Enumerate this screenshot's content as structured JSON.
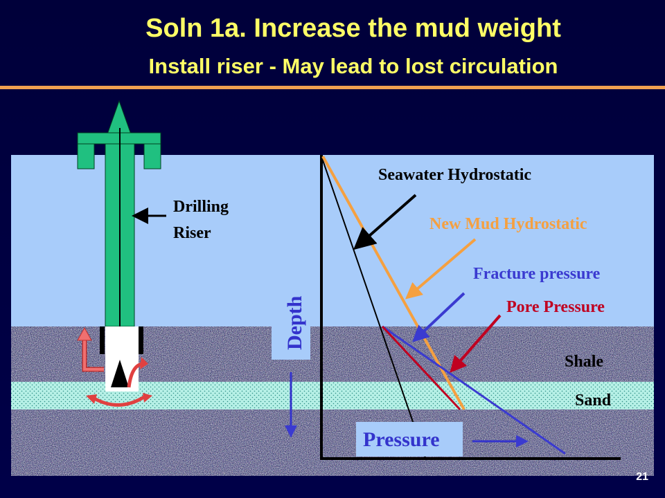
{
  "title": "Soln 1a.  Increase the mud weight",
  "subtitle_left": "Install riser",
  "subtitle_dash": " - ",
  "subtitle_right": "May lead to lost circulation",
  "page_number": "21",
  "labels": {
    "riser_line1": "Drilling",
    "riser_line2": "Riser",
    "seawater": "Seawater Hydrostatic",
    "new_mud": "New Mud Hydrostatic",
    "fracture": "Fracture pressure",
    "pore": "Pore Pressure",
    "shale": "Shale",
    "sand": "Sand",
    "depth_axis": "Depth",
    "pressure_axis": "Pressure"
  },
  "colors": {
    "background": "#000040",
    "title": "#ffff66",
    "sea": "#a8ccfa",
    "riser": "#20c080",
    "sand": "#b0eee4",
    "seawater_line": "#000000",
    "new_mud_line": "#f5a040",
    "fracture_line": "#3a3ad0",
    "pore_line": "#c00020",
    "axis_label": "#3333cc",
    "flow_arrow": "#e05050"
  }
}
